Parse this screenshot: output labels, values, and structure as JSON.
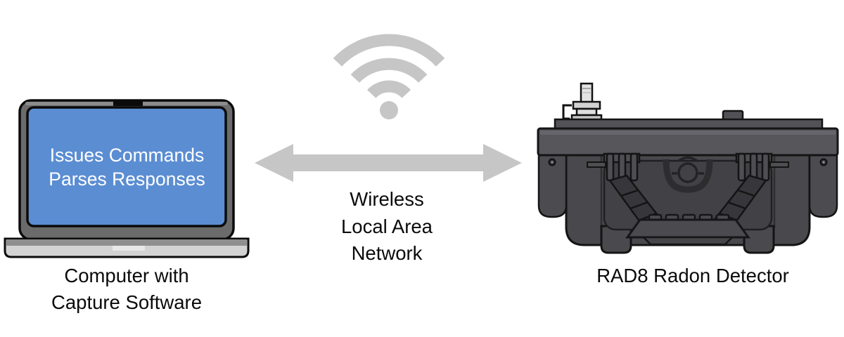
{
  "title": "Wireless radon detector capture diagram",
  "colors": {
    "background": "#ffffff",
    "screen_blue": "#5b8dd2",
    "laptop_frame_gray": "#6b6b6b",
    "laptop_base_gray": "#d3d3d3",
    "network_gray": "#c6c6c6",
    "case_dark_gray": "#49494d",
    "valve_light_gray": "#d2d2d2",
    "label_text": "#0a0a0a",
    "screen_text": "#ffffff"
  },
  "computer": {
    "screen_text": [
      "Issues Commands",
      "Parses Responses"
    ],
    "label": [
      "Computer with",
      "Capture Software"
    ]
  },
  "network": {
    "label": [
      "Wireless",
      "Local Area",
      "Network"
    ],
    "icons": [
      "wifi-icon",
      "bidirectional-arrow-icon"
    ]
  },
  "detector": {
    "label": "RAD8 Radon Detector"
  }
}
